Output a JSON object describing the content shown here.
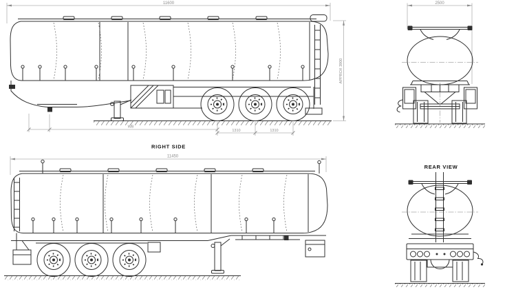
{
  "colors": {
    "line": "#2f2f2f",
    "dim": "#8c8c8c",
    "label": "#141414",
    "bg": "#ffffff"
  },
  "views": {
    "right_side": {
      "label": "RIGHT SIDE",
      "dim_overall_length": "11600",
      "dim_height": "APPROX 3900",
      "dim_wheelbase": "WB",
      "dim_axle_spacing_1": "1310",
      "dim_axle_spacing_2": "1310"
    },
    "rear_top": {
      "dim_overall_width": "2500"
    },
    "left_side": {
      "dim_overall_length": "11450"
    },
    "rear_bottom": {
      "label": "REAR VIEW"
    }
  }
}
